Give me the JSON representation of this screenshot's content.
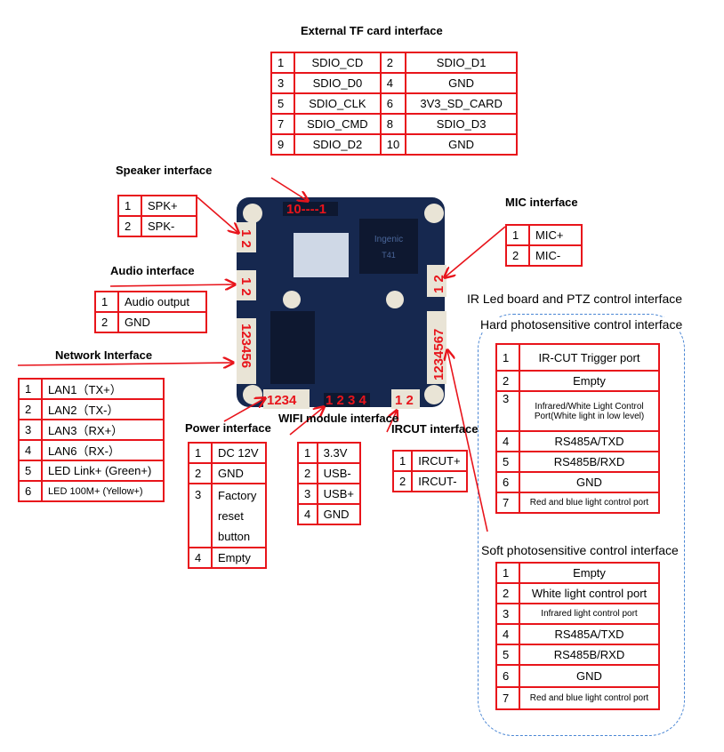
{
  "board": {
    "colors": {
      "pcb": "#16284f",
      "connector": "#e9e4d6",
      "arrow": "#e8141b",
      "marker": "#e8141b"
    },
    "markers": {
      "tf": "10----1",
      "speaker": "1 2",
      "audio": "1 2",
      "network": "123456",
      "power": "1234",
      "wifi": "1 2 3 4",
      "ircut": "1 2",
      "mic": "1 2",
      "ptz": "1234567"
    },
    "chip_label": "Ingenic",
    "chip_model": "T41"
  },
  "labels": {
    "tf": "External TF card interface",
    "speaker": "Speaker interface",
    "audio": "Audio interface",
    "network": "Network Interface",
    "power": "Power interface",
    "wifi": "WIFI module interface",
    "ircut": "IRCUT interface",
    "mic": "MIC interface",
    "ptz": "IR Led board and PTZ control interface",
    "hard": "Hard photosensitive control interface",
    "soft": "Soft photosensitive control interface"
  },
  "tables": {
    "tf": [
      [
        "1",
        "SDIO_CD",
        "2",
        "SDIO_D1"
      ],
      [
        "3",
        "SDIO_D0",
        "4",
        "GND"
      ],
      [
        "5",
        "SDIO_CLK",
        "6",
        "3V3_SD_CARD"
      ],
      [
        "7",
        "SDIO_CMD",
        "8",
        "SDIO_D3"
      ],
      [
        "9",
        "SDIO_D2",
        "10",
        "GND"
      ]
    ],
    "speaker": [
      [
        "1",
        "SPK+"
      ],
      [
        "2",
        "SPK-"
      ]
    ],
    "audio": [
      [
        "1",
        "Audio output"
      ],
      [
        "2",
        "GND"
      ]
    ],
    "network": [
      [
        "1",
        "LAN1（TX+）"
      ],
      [
        "2",
        "LAN2（TX-）"
      ],
      [
        "3",
        "LAN3（RX+）"
      ],
      [
        "4",
        "LAN6（RX-）"
      ],
      [
        "5",
        "LED Link+ (Green+)"
      ],
      [
        "6",
        "LED 100M+ (Yellow+)"
      ]
    ],
    "power": [
      [
        "1",
        "DC 12V"
      ],
      [
        "2",
        "GND"
      ],
      [
        "3",
        "Factory reset button"
      ],
      [
        "4",
        "Empty"
      ]
    ],
    "wifi": [
      [
        "1",
        "3.3V"
      ],
      [
        "2",
        "USB-"
      ],
      [
        "3",
        "USB+"
      ],
      [
        "4",
        "GND"
      ]
    ],
    "ircut": [
      [
        "1",
        "IRCUT+"
      ],
      [
        "2",
        "IRCUT-"
      ]
    ],
    "mic": [
      [
        "1",
        "MIC+"
      ],
      [
        "2",
        "MIC-"
      ]
    ],
    "hard": [
      [
        "1",
        "IR-CUT Trigger port"
      ],
      [
        "2",
        "Empty"
      ],
      [
        "3",
        "Infrared/White Light Control Port(White light in low level)"
      ],
      [
        "4",
        "RS485A/TXD"
      ],
      [
        "5",
        "RS485B/RXD"
      ],
      [
        "6",
        "GND"
      ],
      [
        "7",
        "Red and blue light control port"
      ]
    ],
    "soft": [
      [
        "1",
        "Empty"
      ],
      [
        "2",
        "White light control port"
      ],
      [
        "3",
        "Infrared light control port"
      ],
      [
        "4",
        "RS485A/TXD"
      ],
      [
        "5",
        "RS485B/RXD"
      ],
      [
        "6",
        "GND"
      ],
      [
        "7",
        "Red and blue light control port"
      ]
    ]
  }
}
